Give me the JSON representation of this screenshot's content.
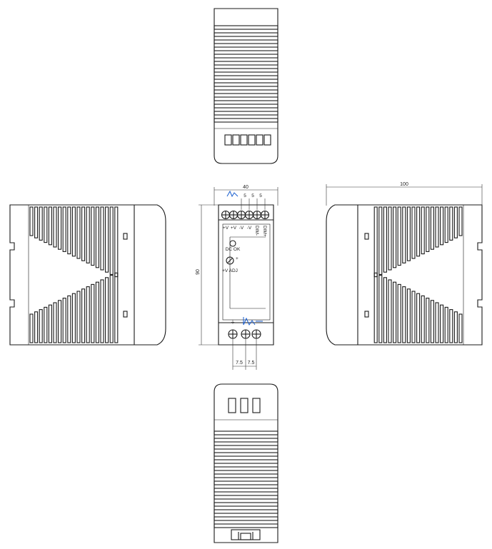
{
  "dimensions": {
    "front_width": "40",
    "front_height": "90",
    "side_depth": "100",
    "pitch_left": "7.5",
    "pitch_right": "7.5",
    "top_pitch_a": "5",
    "top_pitch_b": "5",
    "top_pitch_c": "5"
  },
  "terminal_labels": [
    "+V",
    "+V",
    "-V",
    "-V",
    "DIM-",
    "DIM+"
  ],
  "indicator_label": "DC OK",
  "adjust_label": "+V ADJ",
  "ground_symbol": "⏚",
  "colors": {
    "line": "#1a1a1a",
    "accent": "#1a5fd0",
    "background": "#ffffff"
  }
}
